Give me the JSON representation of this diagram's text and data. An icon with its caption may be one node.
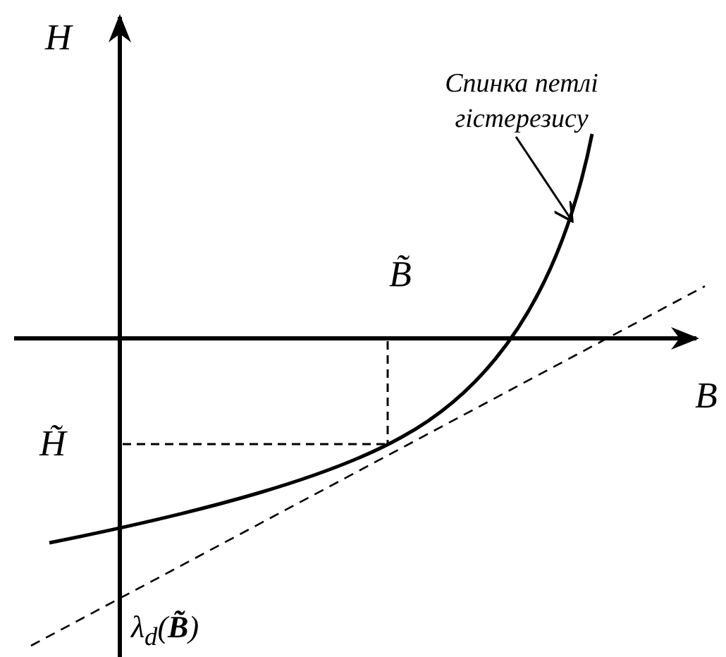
{
  "diagram": {
    "nodes": [
      {
        "text": [
          "Спинка петлі гістерезису"
        ]
      },
      {
        "text": [],
        "shape": "curve"
      }
    ],
    "edges": [
      {
        "from": 0,
        "to": 1,
        "arrow": "to"
      }
    ],
    "labels": [
      "H",
      "B̃",
      "B",
      "H̃",
      "λ$_{d}$(**B̃**)"
    ]
  }
}
